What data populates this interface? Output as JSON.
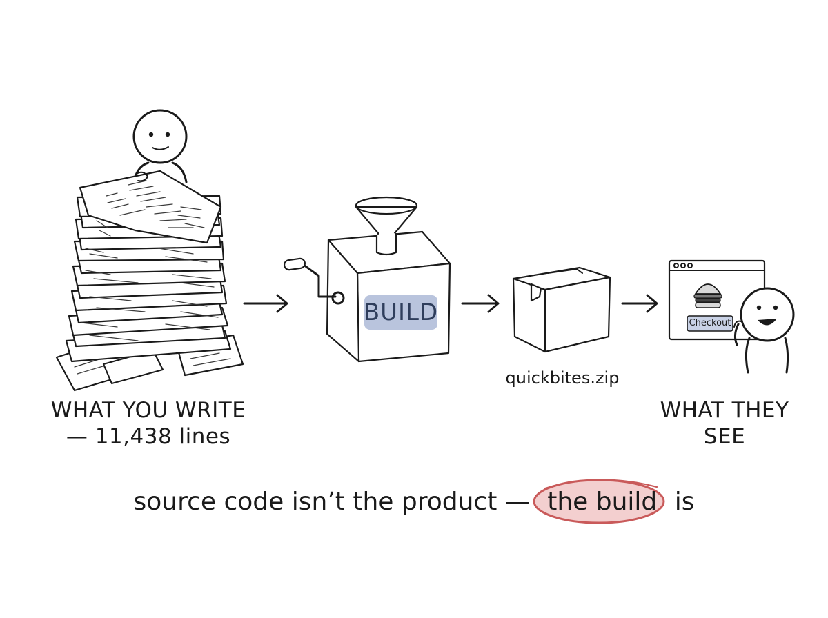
{
  "labels": {
    "write_line1": "WHAT YOU WRITE",
    "write_line2": "— 11,438 lines",
    "machine": "BUILD",
    "zip": "quickbites.zip",
    "checkout": "Checkout",
    "see_line1": "WHAT THEY",
    "see_line2": "SEE"
  },
  "caption": {
    "before": "source code isn’t the product —",
    "highlight": "the build",
    "after": "is"
  },
  "colors": {
    "ink": "#1a1a1a",
    "build_badge": "#b9c4dd",
    "highlight": "#f3cfcf",
    "highlight_outline": "#c95a5a"
  }
}
